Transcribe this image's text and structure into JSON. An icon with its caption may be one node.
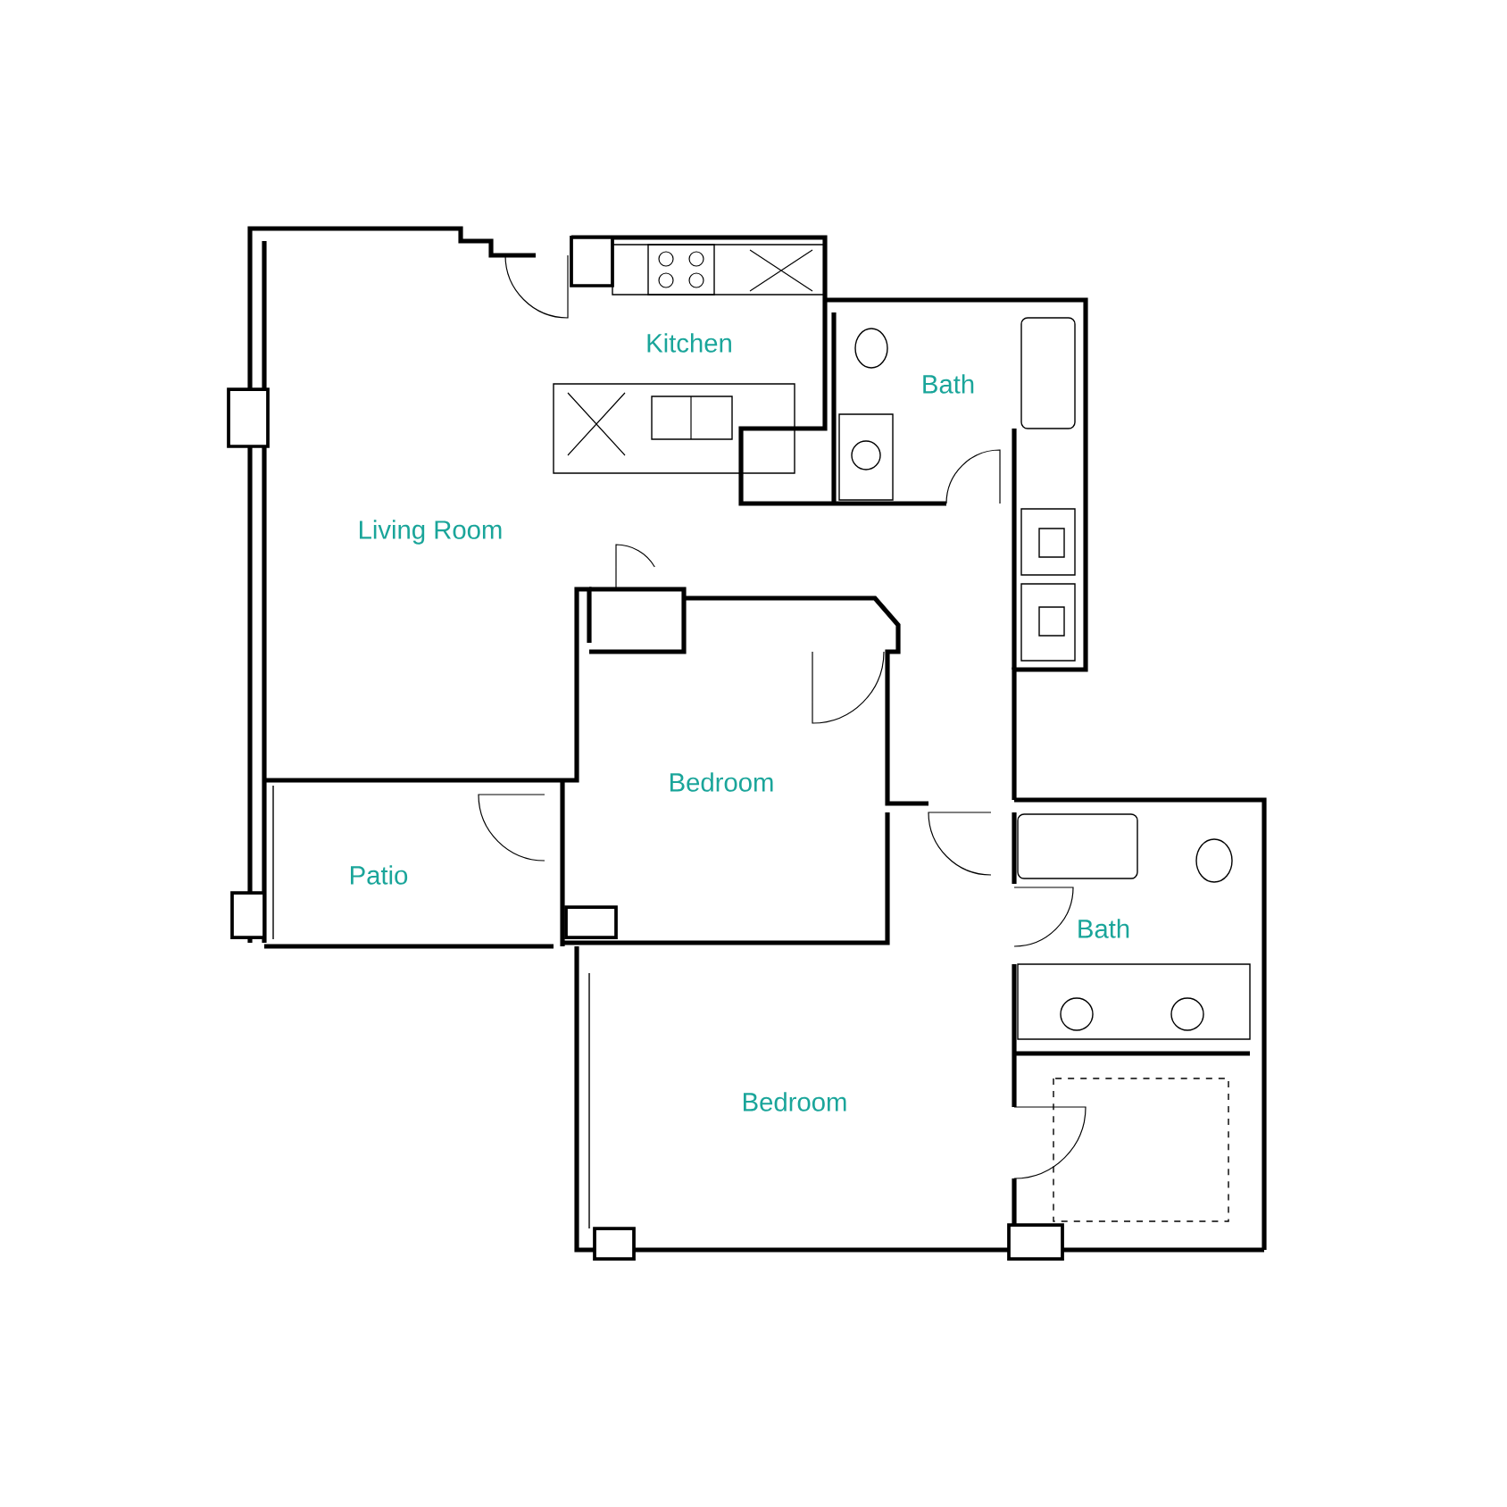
{
  "diagram": {
    "labels": [
      "Kitchen",
      "Bath",
      "Living Room",
      "Bedroom",
      "Patio",
      "Bath",
      "Bedroom"
    ]
  }
}
